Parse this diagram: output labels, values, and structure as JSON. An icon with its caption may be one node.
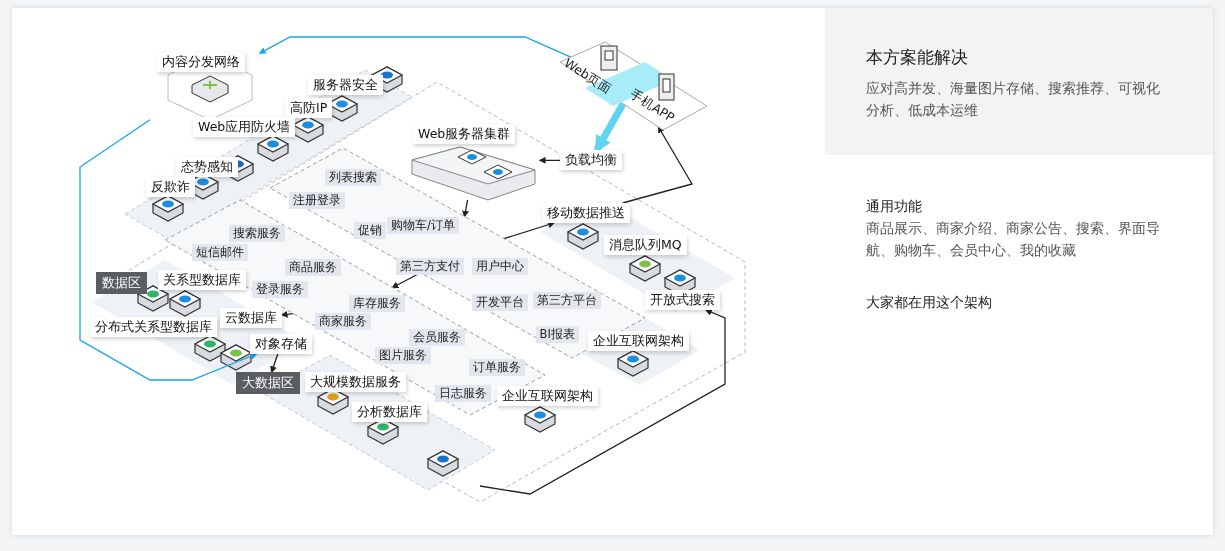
{
  "diagram": {
    "nodes": [
      {
        "text": [
          "内容分发网络"
        ]
      },
      {
        "text": [
          "服务器安全"
        ]
      },
      {
        "text": [
          "高防IP"
        ]
      },
      {
        "text": [
          "Web应用防火墙"
        ]
      },
      {
        "text": [
          "态势感知"
        ]
      },
      {
        "text": [
          "反欺诈"
        ]
      },
      {
        "text": [
          "Web页面",
          "手机APP"
        ]
      },
      {
        "text": [
          "Web服务器集群"
        ]
      },
      {
        "text": [
          "负载均衡"
        ]
      },
      {
        "text": [],
        "shape": "box"
      },
      {
        "text": [
          "列表搜索"
        ],
        "in": 9
      },
      {
        "text": [
          "注册登录"
        ],
        "in": 9
      },
      {
        "text": [
          "购物车/订单"
        ],
        "in": 9
      },
      {
        "text": [
          "促销"
        ],
        "in": 9
      },
      {
        "text": [
          "第三方支付"
        ],
        "in": 9
      },
      {
        "text": [
          "用户中心"
        ],
        "in": 9
      },
      {
        "text": [
          "开发平台"
        ],
        "in": 9
      },
      {
        "text": [
          "第三方平台"
        ],
        "in": 9
      },
      {
        "text": [
          "BI报表"
        ],
        "in": 9
      },
      {
        "text": [
          "企业互联网架构"
        ]
      },
      {
        "text": [],
        "shape": "box"
      },
      {
        "text": [
          "搜索服务"
        ],
        "in": 20
      },
      {
        "text": [
          "短信邮件"
        ],
        "in": 20
      },
      {
        "text": [
          "商品服务"
        ],
        "in": 20
      },
      {
        "text": [
          "登录服务"
        ],
        "in": 20
      },
      {
        "text": [
          "库存服务"
        ],
        "in": 20
      },
      {
        "text": [
          "商家服务"
        ],
        "in": 20
      },
      {
        "text": [
          "会员服务"
        ],
        "in": 20
      },
      {
        "text": [
          "图片服务"
        ],
        "in": 20
      },
      {
        "text": [
          "订单服务"
        ],
        "in": 20
      },
      {
        "text": [
          "日志服务"
        ],
        "in": 20
      },
      {
        "text": [
          "企业互联网架构"
        ]
      },
      {
        "text": [
          "移动数据推送"
        ]
      },
      {
        "text": [
          "消息队列MQ"
        ]
      },
      {
        "text": [
          "开放式搜索"
        ]
      },
      {
        "text": [
          "数据区"
        ]
      },
      {
        "text": [
          "关系型数据库"
        ]
      },
      {
        "text": [
          "分布式关系型数据库"
        ]
      },
      {
        "text": [
          "云数据库"
        ]
      },
      {
        "text": [
          "对象存储"
        ]
      },
      {
        "text": [
          "大数据区"
        ]
      },
      {
        "text": [
          "大规模数据服务"
        ]
      },
      {
        "text": [
          "分析数据库"
        ]
      }
    ],
    "edges": [
      {
        "from": 6,
        "to": 0,
        "arrow": "to",
        "color": "#1aa3e8"
      },
      {
        "from": 0,
        "to": 39,
        "arrow": "to",
        "color": "#1aa3e8"
      },
      {
        "from": 6,
        "to": 8,
        "arrow": "to",
        "style": "thick",
        "color": "#5fd3f0"
      },
      {
        "from": 8,
        "to": 7,
        "arrow": "to"
      },
      {
        "from": 7,
        "to": 9,
        "arrow": "to"
      },
      {
        "from": 9,
        "to": 20,
        "arrow": "to"
      },
      {
        "from": 20,
        "to": 38,
        "arrow": "to"
      },
      {
        "from": 39,
        "to": 40,
        "arrow": "to"
      },
      {
        "from": 9,
        "to": 32,
        "arrow": "to"
      },
      {
        "from": 32,
        "to": 6,
        "arrow": "to"
      },
      {
        "from": null,
        "to": 34,
        "arrow": "to"
      }
    ],
    "labels": [
      "本方案能解决",
      "应对高并发、海量图片存储、搜索推荐、可视化分析、低成本运维",
      "通用功能",
      "商品展示、商家介绍、商家公告、搜索、界面导航、购物车、会员中心、我的收藏",
      "大家都在用这个架构"
    ]
  }
}
